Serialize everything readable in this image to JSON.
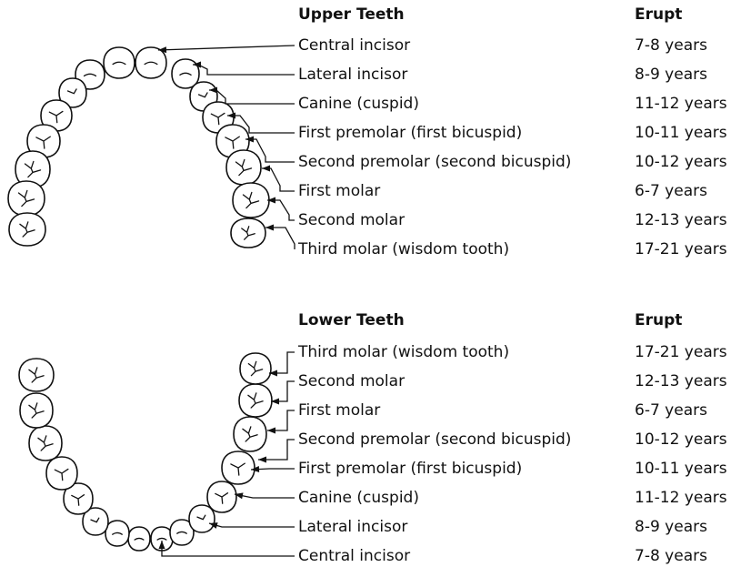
{
  "upper": {
    "title": "Upper Teeth",
    "erupt_header": "Erupt",
    "teeth": [
      {
        "name": "Central incisor",
        "erupt": "7-8 years"
      },
      {
        "name": "Lateral incisor",
        "erupt": "8-9 years"
      },
      {
        "name": "Canine (cuspid)",
        "erupt": "11-12 years"
      },
      {
        "name": "First premolar (first bicuspid)",
        "erupt": "10-11 years"
      },
      {
        "name": "Second premolar (second bicuspid)",
        "erupt": "10-12 years"
      },
      {
        "name": "First molar",
        "erupt": "6-7 years"
      },
      {
        "name": "Second molar",
        "erupt": "12-13 years"
      },
      {
        "name": "Third molar (wisdom tooth)",
        "erupt": "17-21 years"
      }
    ]
  },
  "lower": {
    "title": "Lower Teeth",
    "erupt_header": "Erupt",
    "teeth": [
      {
        "name": "Third molar (wisdom tooth)",
        "erupt": "17-21 years"
      },
      {
        "name": "Second molar",
        "erupt": "12-13 years"
      },
      {
        "name": "First molar",
        "erupt": "6-7 years"
      },
      {
        "name": "Second premolar (second bicuspid)",
        "erupt": "10-12 years"
      },
      {
        "name": "First premolar (first bicuspid)",
        "erupt": "10-11 years"
      },
      {
        "name": "Canine (cuspid)",
        "erupt": "11-12 years"
      },
      {
        "name": "Lateral incisor",
        "erupt": "8-9 years"
      },
      {
        "name": "Central incisor",
        "erupt": "7-8 years"
      }
    ]
  }
}
